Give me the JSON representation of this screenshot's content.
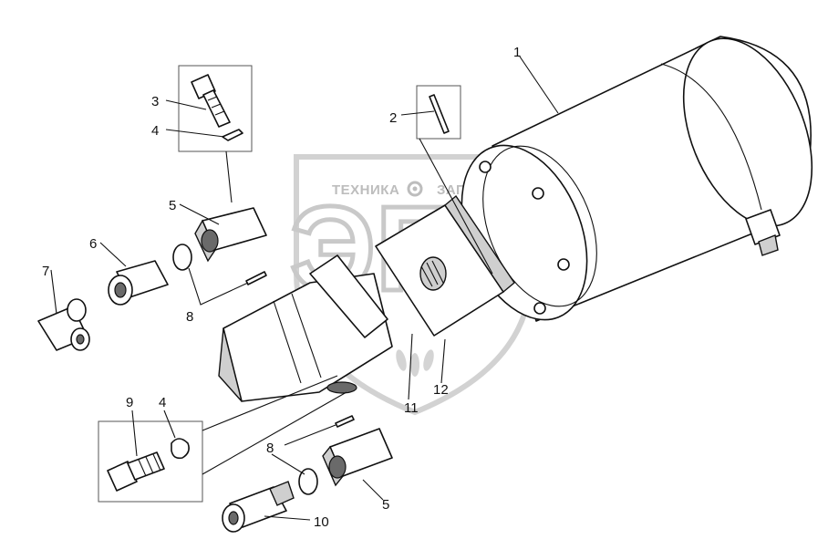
{
  "watermark": {
    "left_word": "ТЕХНИКА",
    "right_word": "ЗАПАСТИ",
    "monogram": "ЭПФ"
  },
  "callouts": {
    "c1": "1",
    "c2": "2",
    "c3": "3",
    "c4a": "4",
    "c4b": "4",
    "c5a": "5",
    "c5b": "5",
    "c6": "6",
    "c7": "7",
    "c8a": "8",
    "c8b": "8",
    "c9": "9",
    "c10": "10",
    "c11": "11",
    "c12": "12"
  }
}
